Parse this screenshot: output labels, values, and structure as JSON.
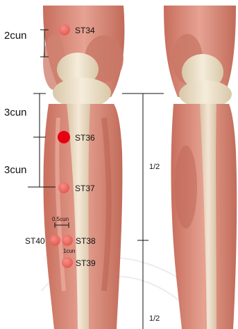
{
  "measures": {
    "upper": "2cun",
    "middle": "3cun",
    "lower": "3cun",
    "small_width": "0.5cun",
    "small_height": "1cun",
    "half_top": "1/2",
    "half_bottom": "1/2"
  },
  "points": {
    "st34": "ST34",
    "st36": "ST36",
    "st37": "ST37",
    "st38": "ST38",
    "st39": "ST39",
    "st40": "ST40"
  },
  "colors": {
    "muscle": "#d98a78",
    "muscle_dark": "#c26b5a",
    "bone": "#efe3cd",
    "bone_shadow": "#d9c8a8",
    "point_light": "#ef5a55",
    "point_main": "#e60012",
    "line": "#111111"
  }
}
